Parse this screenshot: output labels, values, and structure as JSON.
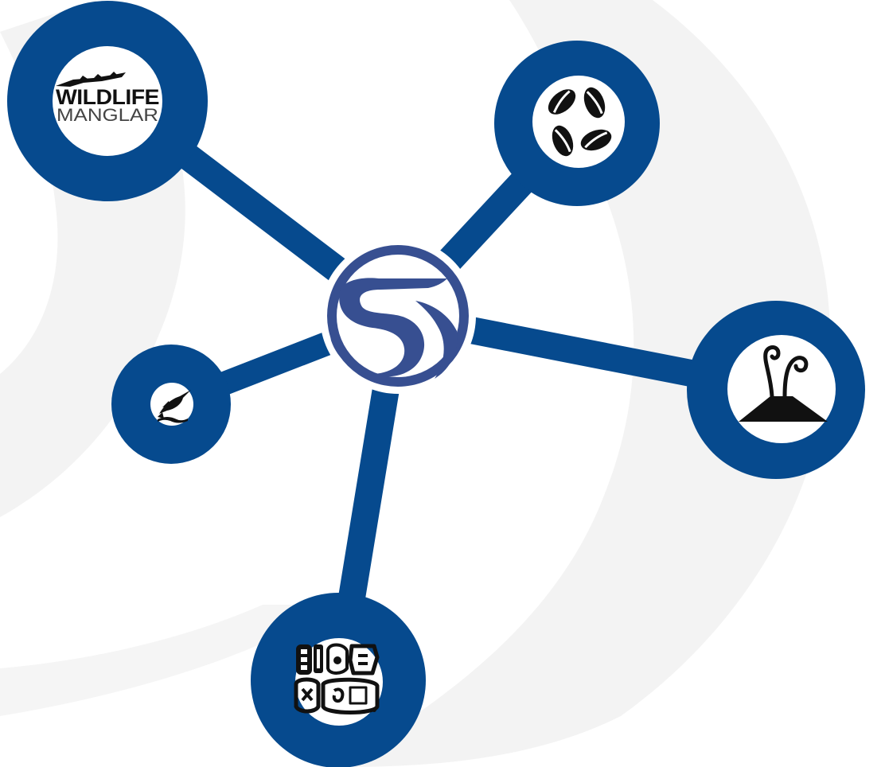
{
  "colors": {
    "background": "#ffffff",
    "watermark": "#f3f3f3",
    "network_blue": "#064a8e",
    "hub_blue": "#374f91",
    "node_fill": "#ffffff",
    "icon_black": "#111111",
    "logo_gray": "#444444"
  },
  "hub": {
    "icon": "swirl-logo-icon"
  },
  "nodes": [
    {
      "id": "wildlife",
      "icon": "crocodile-icon",
      "text_line1": "WILDLIFE",
      "text_line2": "MANGLAR"
    },
    {
      "id": "coffee",
      "icon": "coffee-beans-icon"
    },
    {
      "id": "volcano",
      "icon": "volcano-icon"
    },
    {
      "id": "fishing",
      "icon": "marlin-icon"
    },
    {
      "id": "mayan",
      "icon": "mayan-glyph-icon"
    }
  ]
}
